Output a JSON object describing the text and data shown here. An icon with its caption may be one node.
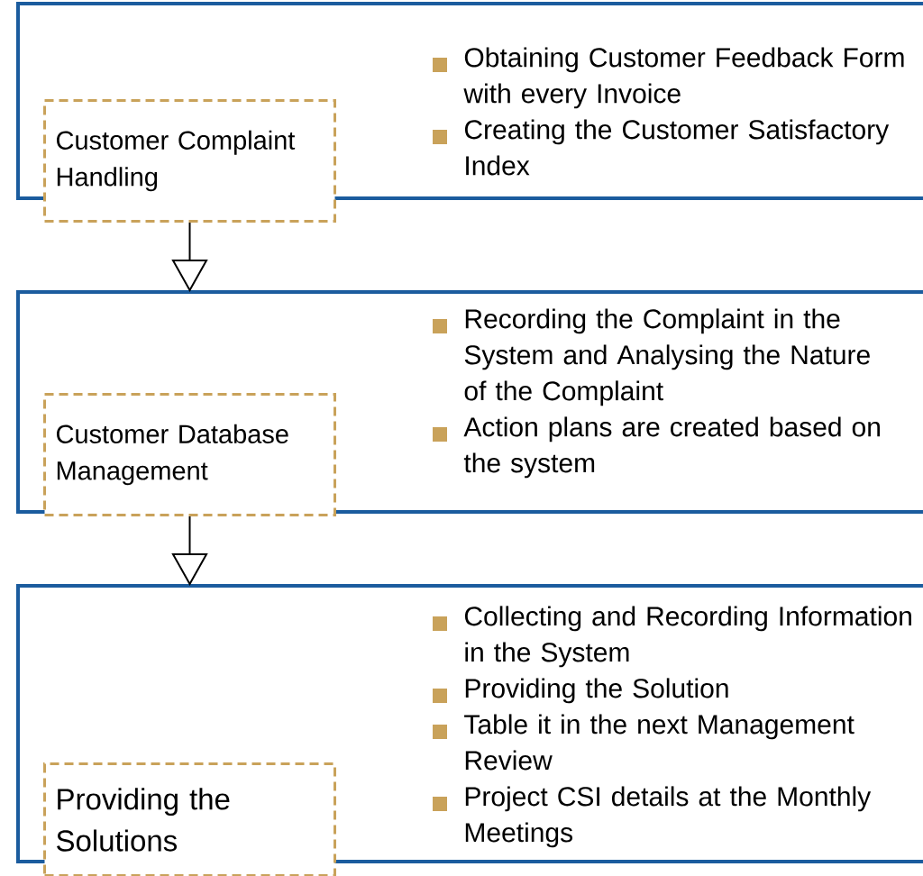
{
  "diagram": {
    "nodes": [
      {
        "text": [
          "Obtaining Customer Feedback Form with every Invoice",
          "Creating the Customer Satisfactory Index"
        ]
      },
      {
        "text": [
          "Customer Complaint Handling"
        ],
        "in": 0
      },
      {
        "text": [
          "Recording the Complaint in the System and Analysing the Nature of the Complaint",
          "Action plans are created based on the system"
        ]
      },
      {
        "text": [
          "Customer Database Management"
        ],
        "in": 2
      },
      {
        "text": [
          "Collecting and Recording Information in the System",
          "Providing the Solution",
          "Table it in the next Management Review",
          "Project CSI details at the Monthly Meetings"
        ]
      },
      {
        "text": [
          "Providing the Solutions"
        ],
        "in": 4
      }
    ],
    "edges": [
      {
        "from": 1,
        "to": 2,
        "arrow": "to"
      },
      {
        "from": 3,
        "to": 4,
        "arrow": "to"
      }
    ]
  }
}
